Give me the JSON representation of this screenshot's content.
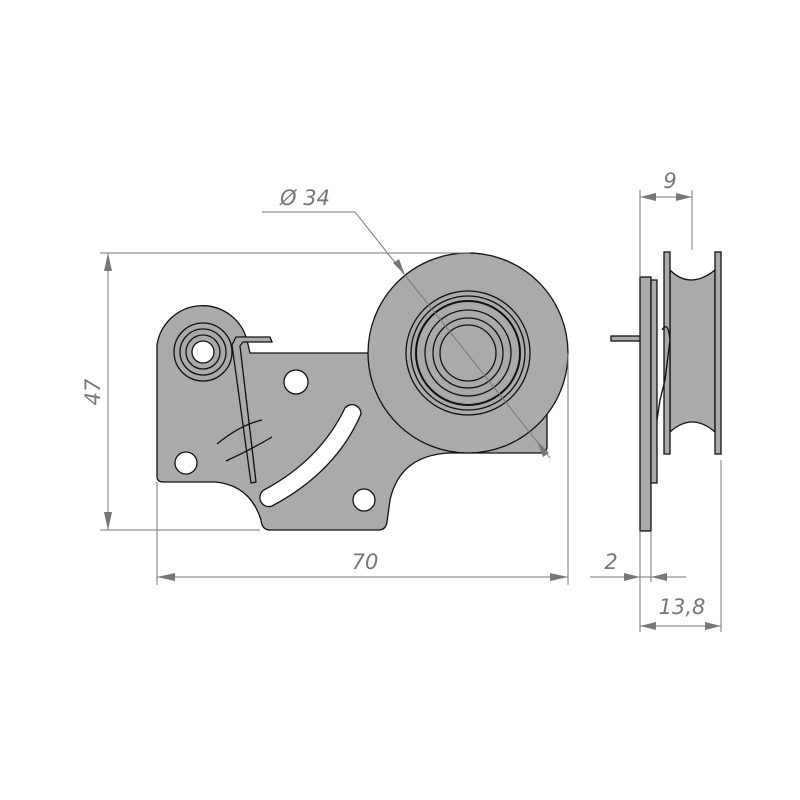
{
  "drawing": {
    "dimensions": {
      "diameter": "Ø 34",
      "height": "47",
      "width": "70",
      "wheel_width": "9",
      "plate_thickness": "2",
      "total_depth": "13,8"
    },
    "colors": {
      "part_fill": "#aaaaaa",
      "dimension": "#777777"
    }
  }
}
